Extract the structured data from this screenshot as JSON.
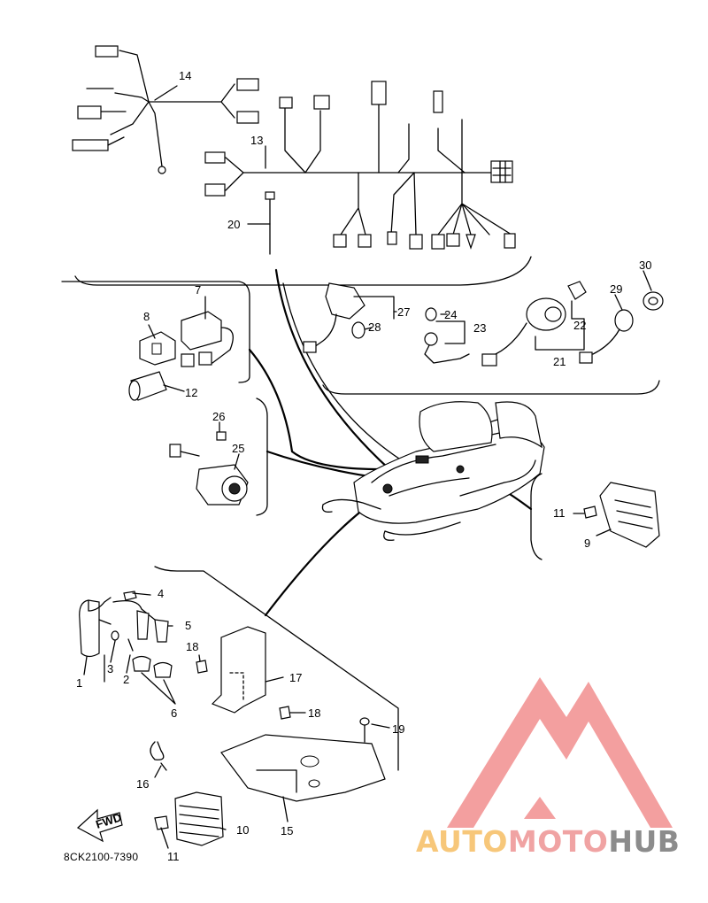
{
  "diagram": {
    "part_labels": {
      "p1": "1",
      "p2": "2",
      "p3": "3",
      "p4": "4",
      "p5": "5",
      "p6": "6",
      "p7": "7",
      "p8": "8",
      "p9": "9",
      "p10": "10",
      "p11a": "11",
      "p11b": "11",
      "p12": "12",
      "p13": "13",
      "p14": "14",
      "p15": "15",
      "p16": "16",
      "p17": "17",
      "p18a": "18",
      "p18b": "18",
      "p19": "19",
      "p20": "20",
      "p21": "21",
      "p22": "22",
      "p23": "23",
      "p24": "24",
      "p25": "25",
      "p26": "26",
      "p27": "27",
      "p28": "28",
      "p29": "29",
      "p30": "30"
    },
    "fwd_arrow_label": "FWD",
    "drawing_code": "8CK2100-7390"
  },
  "watermark": {
    "part1": "AUTO",
    "part2": "MOTO",
    "part3": "HUB",
    "colors": {
      "auto": "#f7c77a",
      "moto": "#f0a3a3",
      "hub": "#8c8c8c",
      "logo": "#f08080"
    }
  }
}
